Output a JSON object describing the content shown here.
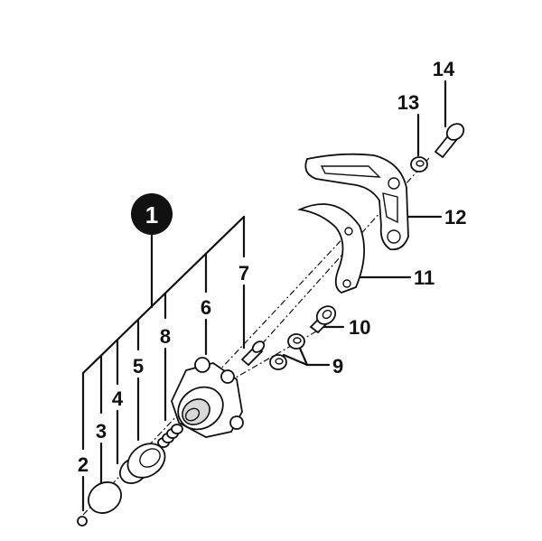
{
  "badge": "1",
  "callouts": {
    "c2": "2",
    "c3": "3",
    "c4": "4",
    "c5": "5",
    "c6": "6",
    "c7": "7",
    "c8": "8",
    "c9": "9",
    "c10": "10",
    "c11": "11",
    "c12": "12",
    "c13": "13",
    "c14": "14"
  }
}
